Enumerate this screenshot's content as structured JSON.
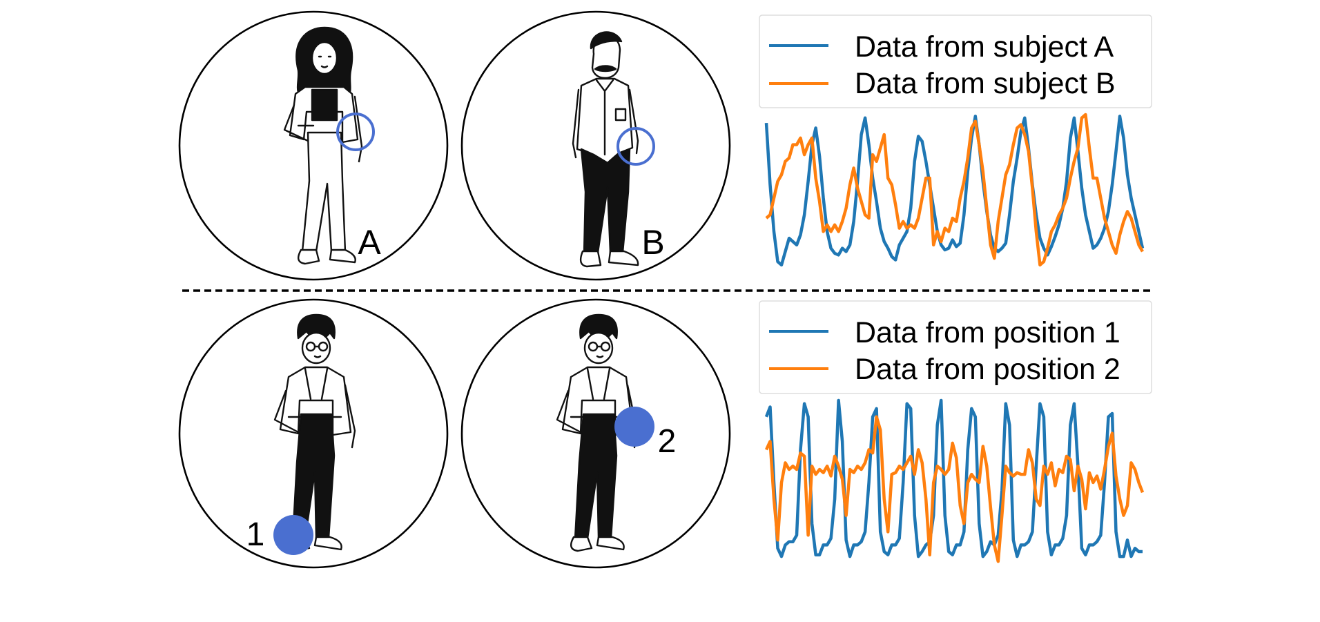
{
  "colors": {
    "series_1": "#1f77b4",
    "series_2": "#ff7f0e",
    "sensor_marker": "#4a6fd0",
    "legend_border": "#dddddd"
  },
  "top_panel": {
    "subjects": [
      {
        "label": "A",
        "figure": "woman-figure",
        "sensor": "wrist-ring"
      },
      {
        "label": "B",
        "figure": "mustache-man-figure",
        "sensor": "wrist-ring"
      }
    ],
    "legend": [
      "Data from subject A",
      "Data from subject B"
    ]
  },
  "bottom_panel": {
    "positions": [
      {
        "label": "1",
        "figure": "glasses-man-figure",
        "sensor": "ankle-dot"
      },
      {
        "label": "2",
        "figure": "glasses-man-figure",
        "sensor": "wrist-dot"
      }
    ],
    "legend": [
      "Data from position 1",
      "Data from position 2"
    ]
  },
  "chart_data": [
    {
      "type": "line",
      "x": [
        0,
        1,
        2,
        3,
        4,
        5,
        6,
        7,
        8,
        9,
        10,
        11,
        12,
        13,
        14,
        15,
        16,
        17,
        18,
        19,
        20,
        21,
        22,
        23,
        24,
        25,
        26,
        27,
        28,
        29,
        30,
        31,
        32,
        33,
        34,
        35,
        36,
        37,
        38,
        39,
        40,
        41,
        42,
        43,
        44,
        45,
        46,
        47,
        48,
        49,
        50,
        51,
        52,
        53,
        54,
        55,
        56,
        57,
        58,
        59,
        60,
        61,
        62,
        63,
        64,
        65,
        66,
        67,
        68,
        69,
        70,
        71,
        72,
        73,
        74,
        75,
        76,
        77,
        78,
        79,
        80,
        81,
        82,
        83,
        84,
        85,
        86,
        87,
        88,
        89,
        90,
        91,
        92,
        93,
        94,
        95,
        96,
        97,
        98,
        99
      ],
      "series": [
        {
          "name": "Data from subject A",
          "values": [
            0.95,
            0.58,
            0.3,
            0.12,
            0.1,
            0.18,
            0.26,
            0.24,
            0.22,
            0.28,
            0.4,
            0.6,
            0.82,
            0.92,
            0.75,
            0.5,
            0.3,
            0.2,
            0.17,
            0.16,
            0.2,
            0.18,
            0.22,
            0.36,
            0.6,
            0.88,
            0.98,
            0.82,
            0.62,
            0.48,
            0.32,
            0.24,
            0.2,
            0.15,
            0.13,
            0.22,
            0.26,
            0.3,
            0.44,
            0.72,
            0.87,
            0.84,
            0.72,
            0.58,
            0.44,
            0.3,
            0.22,
            0.19,
            0.2,
            0.25,
            0.21,
            0.23,
            0.4,
            0.66,
            0.86,
            0.99,
            0.82,
            0.6,
            0.42,
            0.28,
            0.2,
            0.18,
            0.2,
            0.23,
            0.4,
            0.6,
            0.74,
            0.9,
            0.98,
            0.8,
            0.58,
            0.4,
            0.26,
            0.2,
            0.16,
            0.21,
            0.27,
            0.34,
            0.44,
            0.6,
            0.86,
            0.98,
            0.78,
            0.56,
            0.4,
            0.3,
            0.2,
            0.22,
            0.26,
            0.32,
            0.42,
            0.58,
            0.78,
            0.99,
            0.86,
            0.64,
            0.5,
            0.4,
            0.3,
            0.2
          ]
        },
        {
          "name": "Data from subject B",
          "values": [
            0.38,
            0.4,
            0.5,
            0.6,
            0.64,
            0.72,
            0.74,
            0.82,
            0.82,
            0.86,
            0.76,
            0.82,
            0.86,
            0.62,
            0.48,
            0.3,
            0.34,
            0.3,
            0.34,
            0.3,
            0.36,
            0.44,
            0.58,
            0.68,
            0.56,
            0.48,
            0.4,
            0.38,
            0.76,
            0.72,
            0.8,
            0.88,
            0.62,
            0.58,
            0.46,
            0.32,
            0.36,
            0.32,
            0.34,
            0.32,
            0.38,
            0.5,
            0.62,
            0.62,
            0.22,
            0.3,
            0.24,
            0.32,
            0.3,
            0.38,
            0.36,
            0.5,
            0.6,
            0.74,
            0.92,
            0.96,
            0.82,
            0.66,
            0.44,
            0.22,
            0.14,
            0.36,
            0.5,
            0.64,
            0.7,
            0.82,
            0.92,
            0.94,
            0.88,
            0.78,
            0.56,
            0.3,
            0.1,
            0.12,
            0.2,
            0.3,
            0.34,
            0.4,
            0.44,
            0.5,
            0.62,
            0.72,
            0.8,
            0.98,
            1.0,
            0.8,
            0.62,
            0.62,
            0.5,
            0.38,
            0.3,
            0.22,
            0.17,
            0.28,
            0.36,
            0.42,
            0.38,
            0.3,
            0.22,
            0.18
          ]
        }
      ]
    },
    {
      "type": "line",
      "x": [
        0,
        1,
        2,
        3,
        4,
        5,
        6,
        7,
        8,
        9,
        10,
        11,
        12,
        13,
        14,
        15,
        16,
        17,
        18,
        19,
        20,
        21,
        22,
        23,
        24,
        25,
        26,
        27,
        28,
        29,
        30,
        31,
        32,
        33,
        34,
        35,
        36,
        37,
        38,
        39,
        40,
        41,
        42,
        43,
        44,
        45,
        46,
        47,
        48,
        49,
        50,
        51,
        52,
        53,
        54,
        55,
        56,
        57,
        58,
        59,
        60,
        61,
        62,
        63,
        64,
        65,
        66,
        67,
        68,
        69,
        70,
        71,
        72,
        73,
        74,
        75,
        76,
        77,
        78,
        79,
        80,
        81,
        82,
        83,
        84,
        85,
        86,
        87,
        88,
        89,
        90,
        91,
        92,
        93,
        94,
        95,
        96,
        97,
        98,
        99
      ],
      "series": [
        {
          "name": "Data from position 1",
          "values": [
            0.9,
            0.96,
            0.5,
            0.1,
            0.05,
            0.12,
            0.14,
            0.14,
            0.18,
            0.7,
            0.98,
            0.9,
            0.25,
            0.06,
            0.06,
            0.12,
            0.12,
            0.16,
            0.4,
            1.0,
            0.75,
            0.15,
            0.05,
            0.12,
            0.12,
            0.14,
            0.2,
            0.5,
            0.9,
            0.95,
            0.2,
            0.08,
            0.06,
            0.12,
            0.12,
            0.16,
            0.5,
            0.98,
            0.95,
            0.3,
            0.05,
            0.08,
            0.12,
            0.14,
            0.3,
            0.85,
            1.0,
            0.3,
            0.08,
            0.06,
            0.12,
            0.12,
            0.2,
            0.7,
            0.95,
            0.9,
            0.25,
            0.05,
            0.08,
            0.14,
            0.12,
            0.18,
            0.45,
            0.98,
            0.85,
            0.15,
            0.05,
            0.12,
            0.12,
            0.14,
            0.2,
            0.6,
            0.98,
            0.9,
            0.2,
            0.06,
            0.12,
            0.12,
            0.16,
            0.3,
            0.85,
            0.98,
            0.6,
            0.1,
            0.06,
            0.12,
            0.12,
            0.14,
            0.18,
            0.5,
            0.9,
            0.92,
            0.2,
            0.05,
            0.05,
            0.15,
            0.05,
            0.1,
            0.08,
            0.08
          ]
        },
        {
          "name": "Data from position 2",
          "values": [
            0.7,
            0.75,
            0.4,
            0.15,
            0.5,
            0.62,
            0.58,
            0.6,
            0.58,
            0.68,
            0.66,
            0.18,
            0.6,
            0.55,
            0.58,
            0.56,
            0.6,
            0.54,
            0.66,
            0.6,
            0.52,
            0.3,
            0.58,
            0.56,
            0.6,
            0.58,
            0.62,
            0.7,
            0.68,
            0.9,
            0.82,
            0.4,
            0.2,
            0.55,
            0.56,
            0.6,
            0.58,
            0.62,
            0.66,
            0.55,
            0.7,
            0.62,
            0.4,
            0.06,
            0.5,
            0.6,
            0.58,
            0.55,
            0.58,
            0.74,
            0.65,
            0.36,
            0.25,
            0.5,
            0.55,
            0.52,
            0.5,
            0.72,
            0.6,
            0.35,
            0.12,
            0.02,
            0.3,
            0.6,
            0.56,
            0.54,
            0.56,
            0.55,
            0.55,
            0.7,
            0.62,
            0.4,
            0.36,
            0.6,
            0.55,
            0.62,
            0.48,
            0.58,
            0.56,
            0.66,
            0.64,
            0.45,
            0.6,
            0.52,
            0.34,
            0.56,
            0.5,
            0.54,
            0.46,
            0.58,
            0.72,
            0.8,
            0.54,
            0.4,
            0.3,
            0.36,
            0.62,
            0.58,
            0.5,
            0.44
          ]
        }
      ]
    }
  ]
}
